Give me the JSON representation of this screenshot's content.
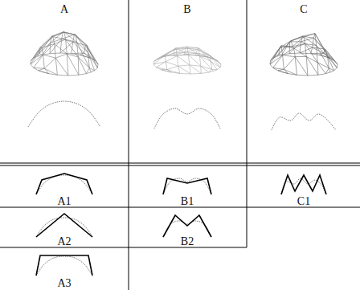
{
  "diagram": {
    "labels": [
      "A",
      "B",
      "C",
      "A1",
      "B1",
      "C1",
      "A2",
      "B2",
      "A3"
    ]
  }
}
